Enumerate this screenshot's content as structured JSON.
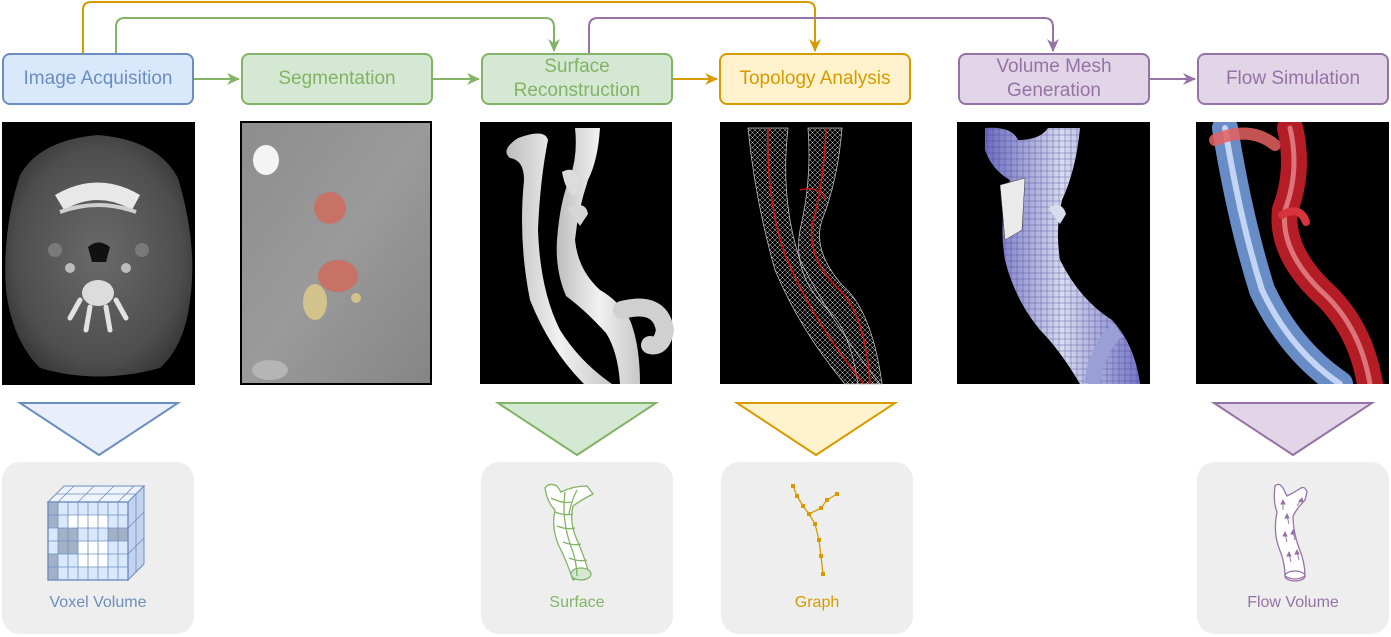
{
  "pipeline": {
    "steps": [
      {
        "id": "image-acquisition",
        "lines": [
          "Image Acquisition"
        ],
        "color": "#6c8ebf",
        "fill": "#dae8fc"
      },
      {
        "id": "segmentation",
        "lines": [
          "Segmentation"
        ],
        "color": "#82b366",
        "fill": "#d5e8d4"
      },
      {
        "id": "surface-reconstruction",
        "lines": [
          "Surface",
          "Reconstruction"
        ],
        "color": "#82b366",
        "fill": "#d5e8d4"
      },
      {
        "id": "topology-analysis",
        "lines": [
          "Topology Analysis"
        ],
        "color": "#d79b00",
        "fill": "#fff2cc"
      },
      {
        "id": "volume-mesh-generation",
        "lines": [
          "Volume Mesh",
          "Generation"
        ],
        "color": "#9673a6",
        "fill": "#e1d5e7"
      },
      {
        "id": "flow-simulation",
        "lines": [
          "Flow Simulation"
        ],
        "color": "#9673a6",
        "fill": "#e1d5e7"
      }
    ]
  },
  "outputs": {
    "voxel_volume": {
      "label": "Voxel Volume",
      "color": "#6c8ebf"
    },
    "surface": {
      "label": "Surface",
      "color": "#82b366"
    },
    "graph": {
      "label": "Graph",
      "color": "#d79b00"
    },
    "flow_volume": {
      "label": "Flow Volume",
      "color": "#9673a6"
    }
  },
  "colors": {
    "blue": "#6c8ebf",
    "green": "#82b366",
    "orange": "#d79b00",
    "purple": "#9673a6",
    "panel": "#eeeeee"
  }
}
